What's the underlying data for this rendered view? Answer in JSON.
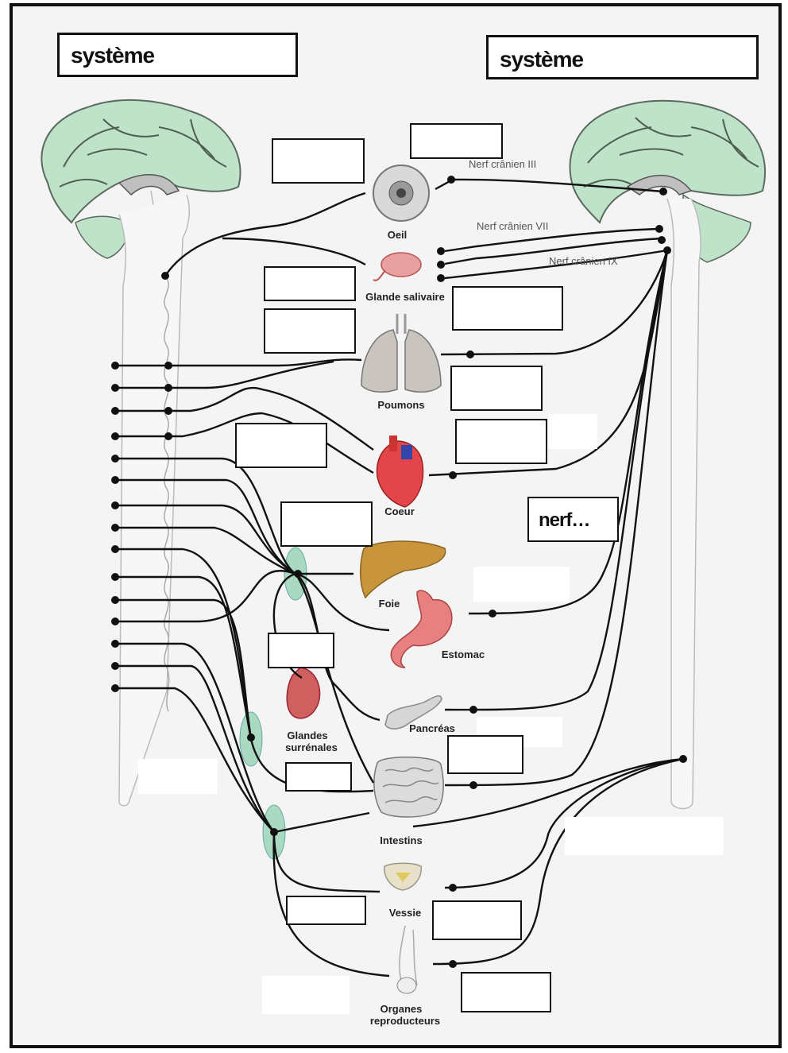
{
  "titles": {
    "left": "système",
    "right": "système",
    "nerf": "nerf…"
  },
  "organs": {
    "oeil": "Oeil",
    "glande_salivaire": "Glande salivaire",
    "poumons": "Poumons",
    "coeur": "Coeur",
    "foie": "Foie",
    "estomac": "Estomac",
    "glandes_surrenales_1": "Glandes",
    "glandes_surrenales_2": "surrénales",
    "pancreas": "Pancréas",
    "intestins": "Intestins",
    "vessie": "Vessie",
    "organes_1": "Organes",
    "organes_2": "reproducteurs"
  },
  "nerves": {
    "n3": "Nerf crânien III",
    "n7": "Nerf crânien VII",
    "n9": "Nerf crânien IX"
  },
  "colors": {
    "brain": "#bfe3c9",
    "ganglion": "#a9d9c0",
    "nerve": "#111111"
  }
}
